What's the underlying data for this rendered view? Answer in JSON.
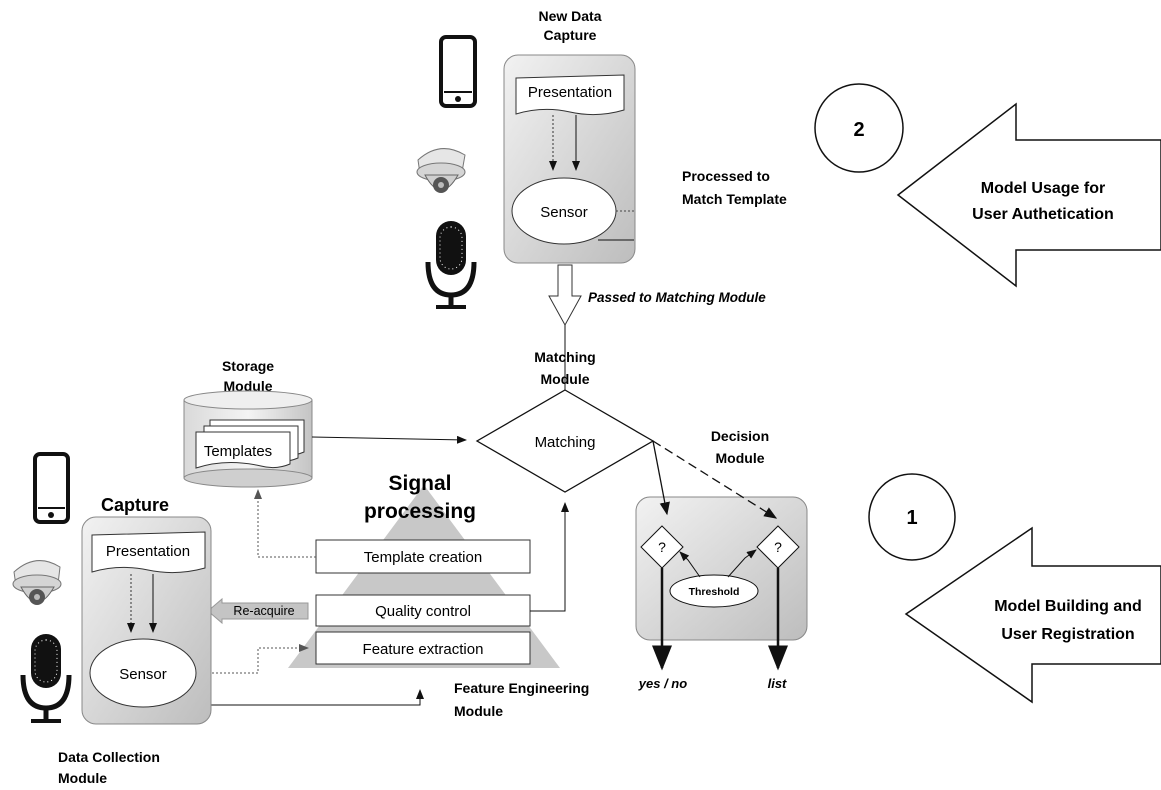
{
  "top": {
    "title_line1": "New Data",
    "title_line2": "Capture",
    "presentation": "Presentation",
    "sensor": "Sensor",
    "processed_line1": "Processed to",
    "processed_line2": "Match Template",
    "passed": "Passed to Matching Module"
  },
  "circle2": "2",
  "arrow_usage_line1": "Model Usage for",
  "arrow_usage_line2": "User Authetication",
  "circle1": "1",
  "arrow_building_line1": "Model Building and",
  "arrow_building_line2": "User Registration",
  "matching": {
    "title_line1": "Matching",
    "title_line2": "Module",
    "label": "Matching"
  },
  "storage": {
    "title_line1": "Storage",
    "title_line2": "Module",
    "templates": "Templates"
  },
  "decision": {
    "title_line1": "Decision",
    "title_line2": "Module",
    "question": "?",
    "threshold": "Threshold",
    "yes_no": "yes / no",
    "list": "list"
  },
  "signal": {
    "title_line1": "Signal",
    "title_line2": "processing",
    "template_creation": "Template creation",
    "quality_control": "Quality control",
    "feature_extraction": "Feature extraction",
    "reacquire": "Re-acquire"
  },
  "capture": {
    "title": "Capture",
    "presentation": "Presentation",
    "sensor": "Sensor"
  },
  "feature_eng_line1": "Feature Engineering",
  "feature_eng_line2": "Module",
  "data_collection_line1": "Data Collection",
  "data_collection_line2": "Module"
}
